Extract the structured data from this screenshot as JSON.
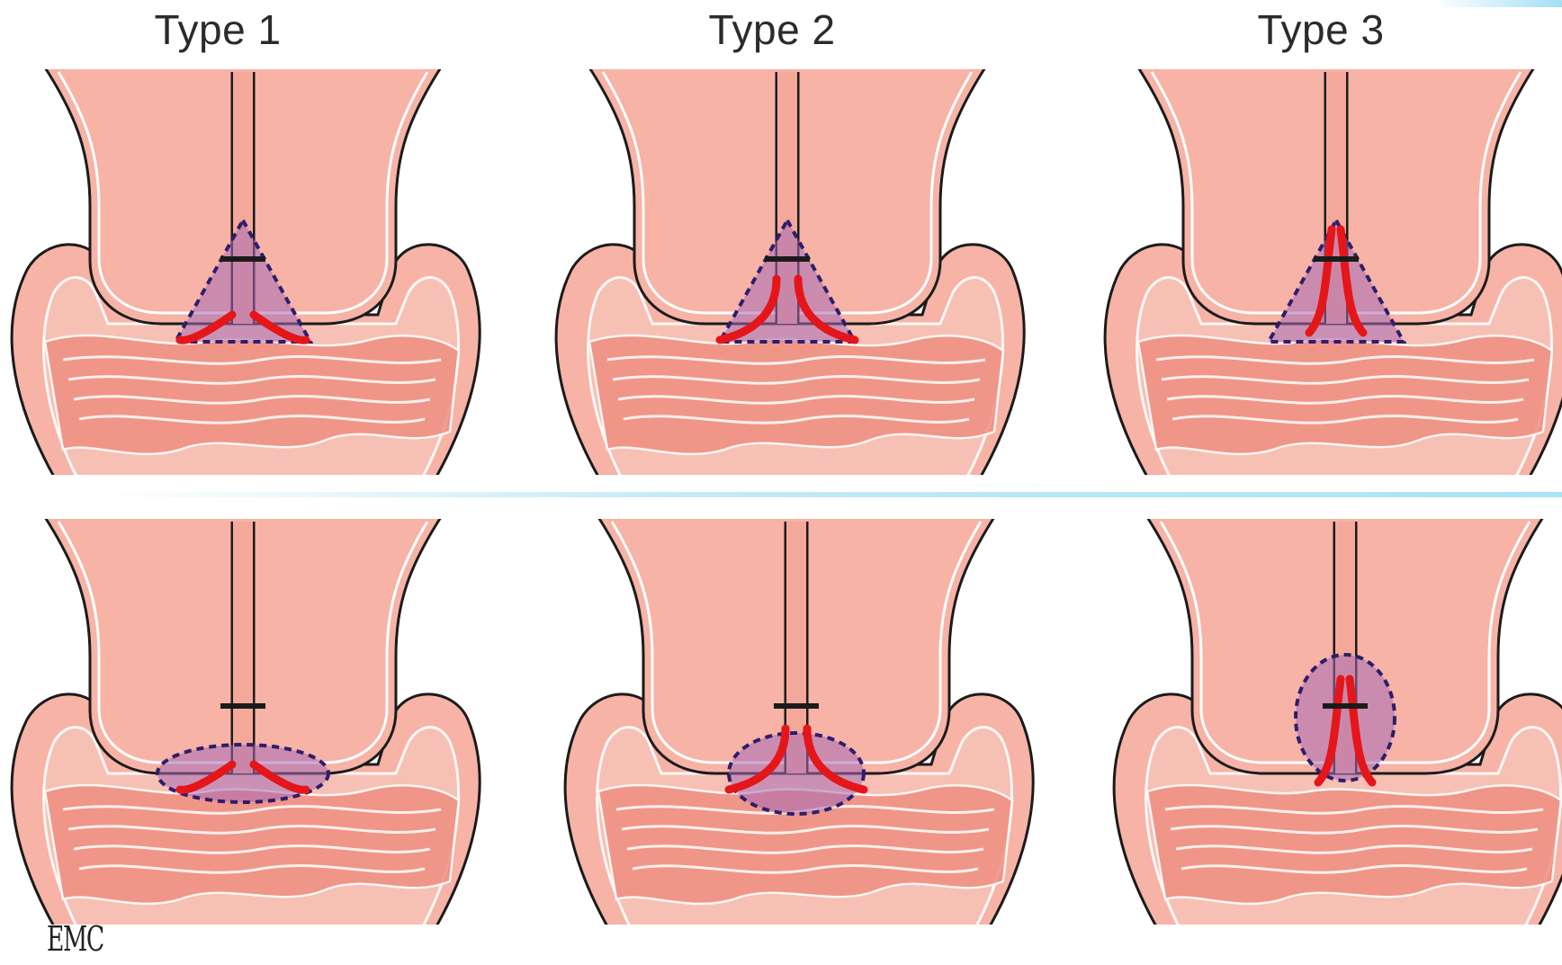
{
  "columns": [
    {
      "title": "Type 1"
    },
    {
      "title": "Type 2"
    },
    {
      "title": "Type 3"
    }
  ],
  "logo": "EMC",
  "colors": {
    "tissue_fill": "#f6b3a6",
    "tissue_dark": "#ee8f82",
    "outline": "#1b1b1b",
    "vessel_red": "#e4161a",
    "zone_fill": "#a56ab4",
    "zone_outline": "#2e1d6b"
  }
}
